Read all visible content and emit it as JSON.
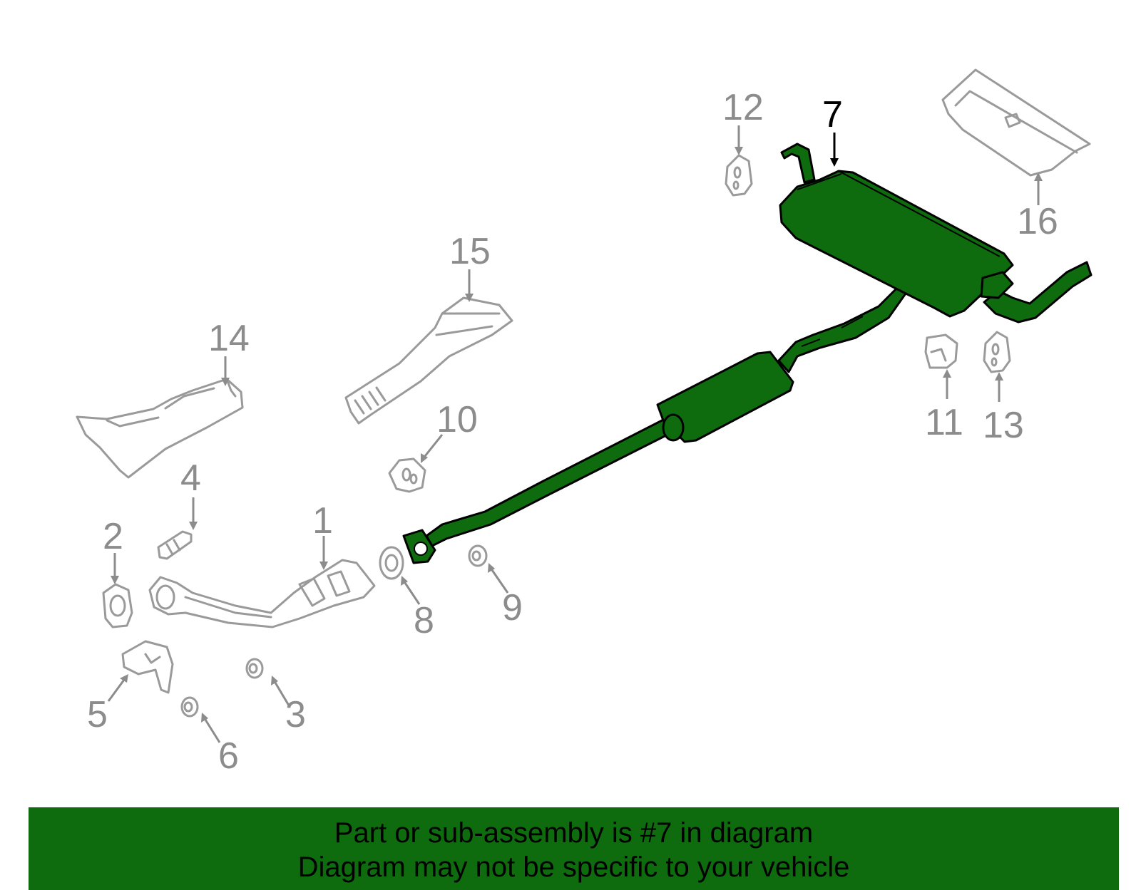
{
  "diagram": {
    "callouts": [
      {
        "id": "1",
        "label": "1"
      },
      {
        "id": "2",
        "label": "2"
      },
      {
        "id": "3",
        "label": "3"
      },
      {
        "id": "4",
        "label": "4"
      },
      {
        "id": "5",
        "label": "5"
      },
      {
        "id": "6",
        "label": "6"
      },
      {
        "id": "7",
        "label": "7"
      },
      {
        "id": "8",
        "label": "8"
      },
      {
        "id": "9",
        "label": "9"
      },
      {
        "id": "10",
        "label": "10"
      },
      {
        "id": "11",
        "label": "11"
      },
      {
        "id": "12",
        "label": "12"
      },
      {
        "id": "13",
        "label": "13"
      },
      {
        "id": "14",
        "label": "14"
      },
      {
        "id": "15",
        "label": "15"
      },
      {
        "id": "16",
        "label": "16"
      }
    ],
    "highlighted_part": "7",
    "colors": {
      "highlight": "#0e6b0e",
      "ghost_stroke": "#9a9a9a",
      "callout_text": "#8c8c8c",
      "active_text": "#000000"
    }
  },
  "banner": {
    "line1": "Part or sub-assembly is #7 in diagram",
    "line2": "Diagram may not be specific to your vehicle"
  }
}
